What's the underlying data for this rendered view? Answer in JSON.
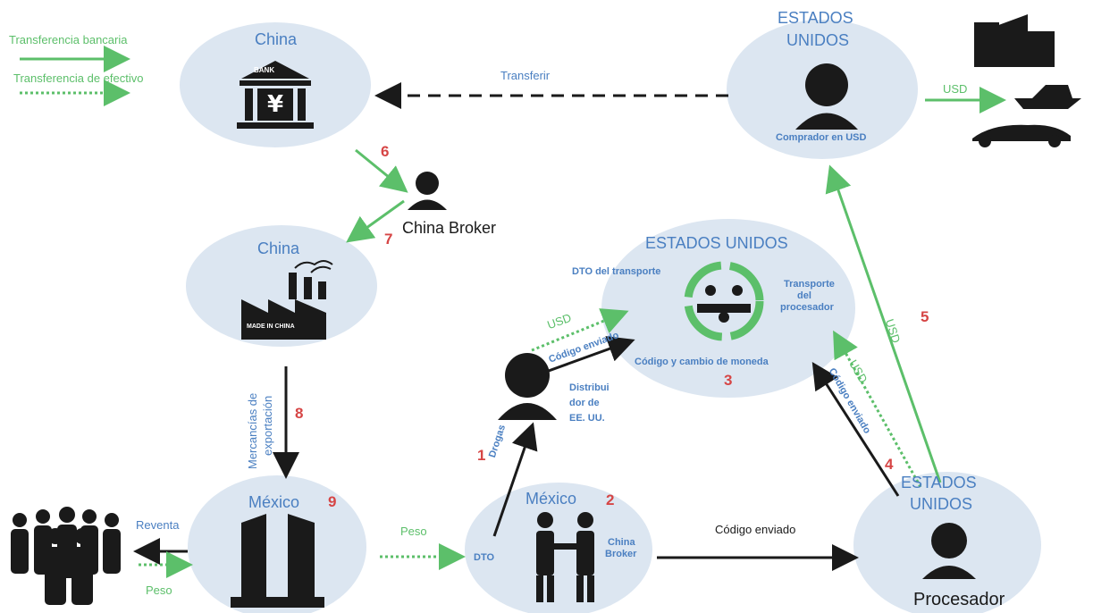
{
  "legend": {
    "bank_transfer": "Transferencia bancaria",
    "cash_transfer": "Transferencia de efectivo"
  },
  "nodes": {
    "china_bank": {
      "title": "China",
      "icon_text": "BANK"
    },
    "china_broker_top": {
      "label": "China Broker"
    },
    "china_factory": {
      "title": "China",
      "icon_text": "MADE IN CHINA"
    },
    "usa_buyer": {
      "title_line1": "ESTADOS",
      "title_line2": "UNIDOS",
      "caption": "Comprador en USD"
    },
    "usa_center": {
      "title": "ESTADOS UNIDOS",
      "dto_transport": "DTO del transporte",
      "processor_transport_1": "Transporte",
      "processor_transport_2": "del",
      "processor_transport_3": "procesador",
      "code_exchange": "Código y cambio de moneda"
    },
    "usa_distributor": {
      "line1": "Distribui",
      "line2": "dor de",
      "line3": "EE. UU."
    },
    "mexico_city": {
      "title": "México"
    },
    "mexico_deal": {
      "title": "México",
      "dto": "DTO",
      "broker_1": "China",
      "broker_2": "Broker"
    },
    "usa_processor": {
      "title_line1": "ESTADOS",
      "title_line2": "UNIDOS",
      "label": "Procesador"
    }
  },
  "flows": {
    "transfer": "Transferir",
    "usd_assets": "USD",
    "usd_to_center": "USD",
    "code_sent_distributor": "Código enviado",
    "drugs": "Drogas",
    "usd_processor_green": "USD",
    "code_sent_processor": "Código enviado",
    "usd_long": "USD",
    "export_goods_1": "Mercancías de",
    "export_goods_2": "exportación",
    "resale": "Reventa",
    "peso_people": "Peso",
    "peso_mexico": "Peso",
    "code_sent_bottom": "Código enviado"
  },
  "steps": [
    "1",
    "2",
    "3",
    "4",
    "5",
    "6",
    "7",
    "8",
    "9"
  ],
  "colors": {
    "ellipse": "#dce6f1",
    "blue_text": "#4a7fc1",
    "green": "#5cbf6a",
    "red_num": "#d64545",
    "dark": "#1a1a1a"
  }
}
